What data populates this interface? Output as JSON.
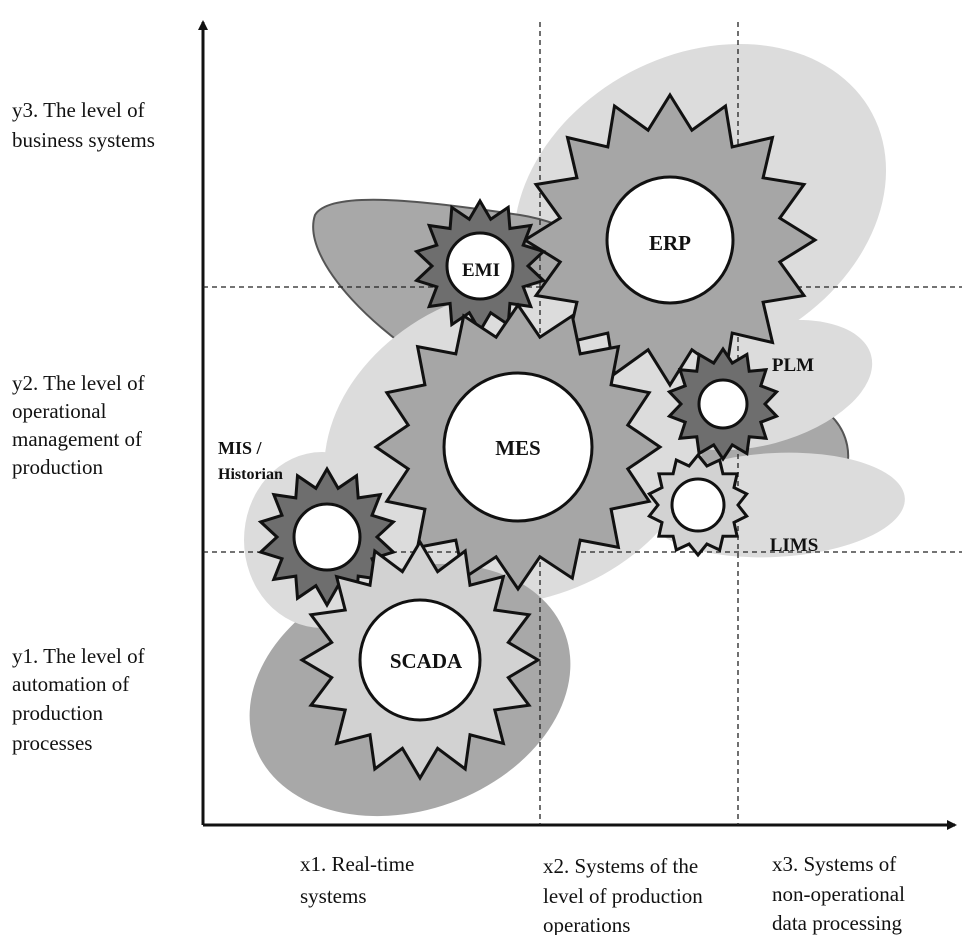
{
  "y_axis": {
    "y3": [
      "y3. The level of",
      "business systems"
    ],
    "y2": [
      "y2. The level of",
      "operational",
      "management of",
      "production"
    ],
    "y1": [
      "y1. The level of",
      "automation of",
      "production",
      "processes"
    ]
  },
  "x_axis": {
    "x1": [
      "x1. Real-time",
      "systems"
    ],
    "x2": [
      "x2. Systems of the",
      "level of production",
      "operations"
    ],
    "x3": [
      "x3. Systems of",
      "non-operational",
      "data processing"
    ]
  },
  "systems": {
    "erp": "ERP",
    "emi": "EMI",
    "plm": "PLM",
    "mes": "MES",
    "mis": [
      "MIS /",
      "Historian"
    ],
    "lims": "LIMS",
    "scada": "SCADA"
  },
  "colors": {
    "light_region": "#dcdcdc",
    "dark_region": "#a8a8a8",
    "gear_light": "#d2d2d2",
    "gear_mid": "#a6a6a6",
    "gear_dark": "#6e6e6e",
    "axis": "#111111"
  }
}
